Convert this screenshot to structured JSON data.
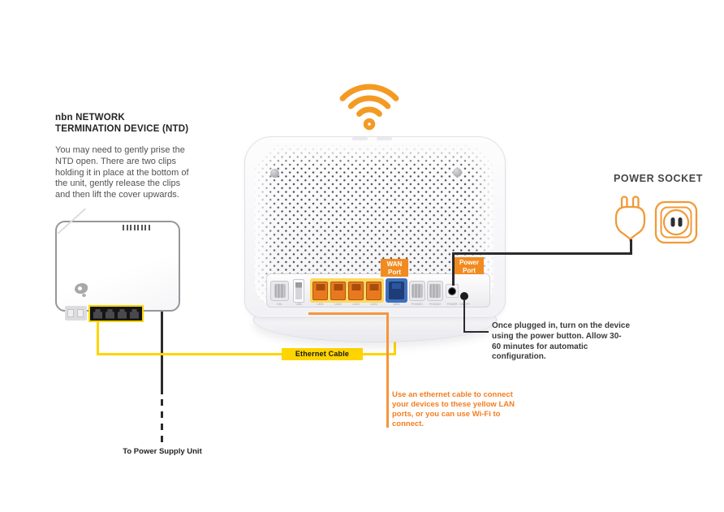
{
  "colors": {
    "orange": "#F28B1F",
    "orange_text": "#F47D20",
    "orange_line": "#F5963C",
    "yellow": "#FFD500",
    "cable_black": "#2B2B2D"
  },
  "ntd": {
    "heading_line1": "nbn NETWORK",
    "heading_line2": "TERMINATION DEVICE (NTD)",
    "body": "You may need to gently prise the NTD open. There are two clips holding it in place at the bottom of the unit, gently release the clips and then lift the cover upwards.",
    "psu_label": "To Power Supply Unit"
  },
  "router": {
    "wan_badge": {
      "line1": "WAN",
      "line2": "Port"
    },
    "power_badge": {
      "line1": "Power",
      "line2": "Port"
    },
    "port_labels": [
      "DSL",
      "USB",
      "LAN1",
      "LAN2",
      "LAN3",
      "LAN4",
      "WAN",
      "PHONE1",
      "PHONE2",
      "POWER",
      "ON/OFF"
    ]
  },
  "cable_label": "Ethernet Cable",
  "power_socket": {
    "title": "POWER SOCKET"
  },
  "notes": {
    "power": "Once plugged in, turn on the device using the power button. Allow 30-60 minutes for automatic configuration.",
    "lan": "Use an ethernet cable to connect your devices to these yellow LAN ports, or you can use Wi-Fi to connect."
  }
}
